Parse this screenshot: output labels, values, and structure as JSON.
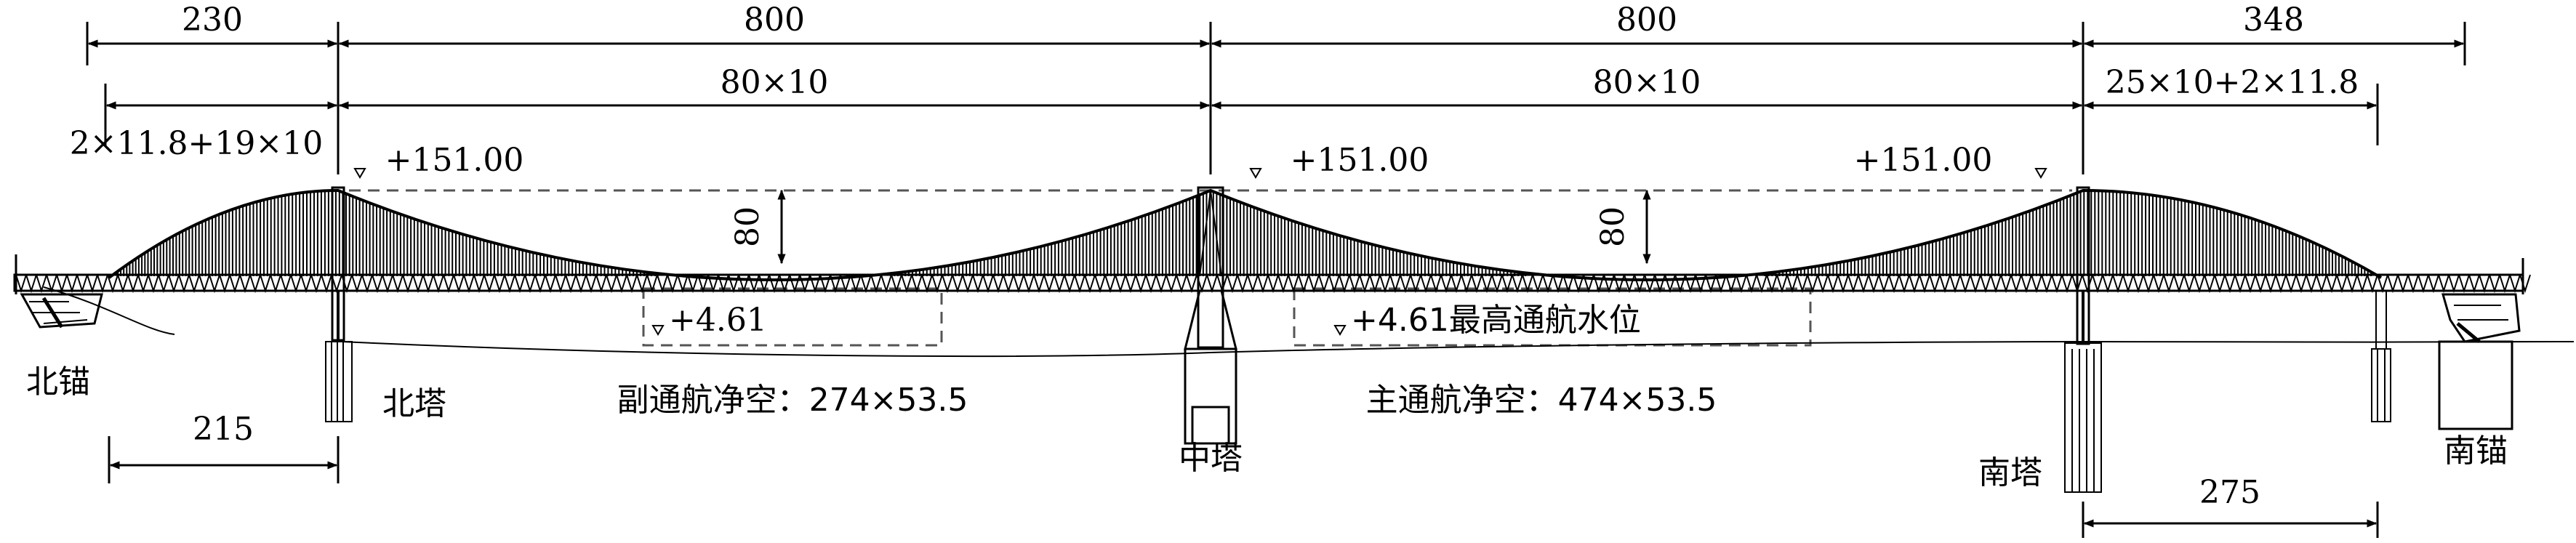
{
  "dimensions": {
    "top_spans": [
      "230",
      "800",
      "800",
      "348"
    ],
    "sub_spans": [
      "80×10",
      "80×10",
      "25×10+2×11.8"
    ],
    "left_side_span": "2×11.8+19×10",
    "bottom_left": "215",
    "bottom_right": "275",
    "sag_left": "80",
    "sag_right": "80"
  },
  "elevations": {
    "left_tower": "+151.00",
    "middle_tower": "+151.00",
    "right_tower": "+151.00",
    "water_left": "+4.61",
    "water_right": "+4.61最高通航水位"
  },
  "labels": {
    "north_anchor": "北锚",
    "north_tower": "北塔",
    "middle_tower": "中塔",
    "south_tower": "南塔",
    "south_anchor": "南锚",
    "secondary_channel": "副通航净空：274×53.5",
    "main_channel": "主通航净空：474×53.5"
  },
  "colors": {
    "line": "#000000",
    "dash": "#555555"
  }
}
